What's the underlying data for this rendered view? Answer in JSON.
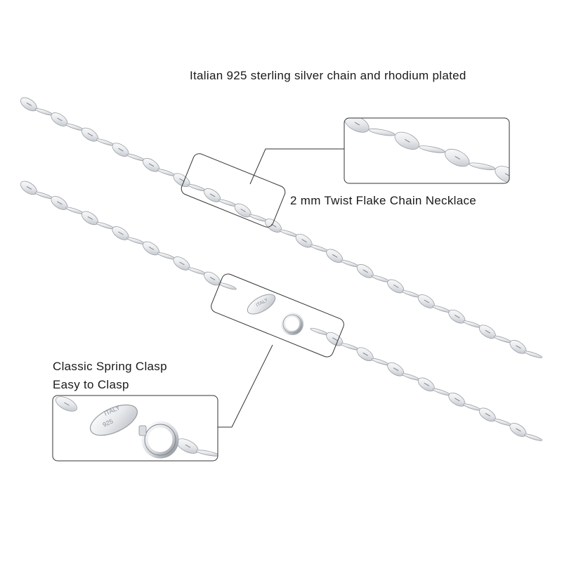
{
  "captions": {
    "material": "Italian 925 sterling silver chain and rhodium plated",
    "chain_name": "2 mm Twist Flake Chain Necklace",
    "clasp_line1": "Classic Spring Clasp",
    "clasp_line2": "Easy to Clasp"
  },
  "clasp_stamps": [
    "ITALY",
    "925"
  ],
  "colors": {
    "background": "#ffffff",
    "link_fill": "#f3f4f6",
    "link_edge": "#9a9ea4",
    "callout_line": "#333333"
  }
}
